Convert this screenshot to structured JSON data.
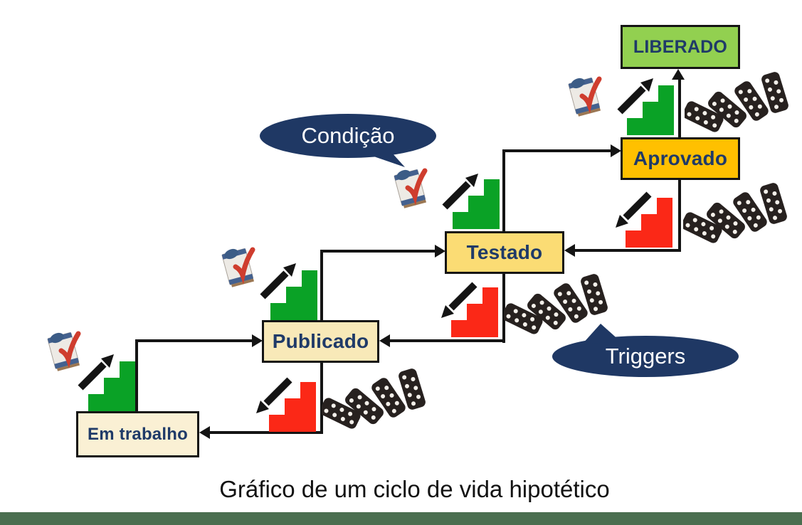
{
  "diagram": {
    "caption": "Gráfico de um ciclo de vida hipotético",
    "states": [
      {
        "label": "Em trabalho",
        "fill": "#FAF0D4"
      },
      {
        "label": "Publicado",
        "fill": "#F8E9B8"
      },
      {
        "label": "Testado",
        "fill": "#FBDC74"
      },
      {
        "label": "Aprovado",
        "fill": "#FFC000"
      },
      {
        "label": "LIBERADO",
        "fill": "#92D050"
      }
    ],
    "callouts": {
      "condition": {
        "label": "Condição"
      },
      "triggers": {
        "label": "Triggers"
      }
    },
    "colors": {
      "box_border": "#141414",
      "box_text": "#1F3A68",
      "connector": "#141414",
      "promote_stairs": "#0AA226",
      "demote_stairs": "#FB2817",
      "bubble_fill": "#1F3864",
      "bubble_text": "#FFFFFF",
      "caption_text": "#111111",
      "footer_bar": "#4A6E4F",
      "domino": "#27211F"
    },
    "icons": {
      "condition_icon": "clipboard-check",
      "promote_icon": "green-stairs-up-arrow",
      "demote_icon": "red-stairs-down-arrow",
      "trigger_icon": "falling-dominoes"
    }
  }
}
